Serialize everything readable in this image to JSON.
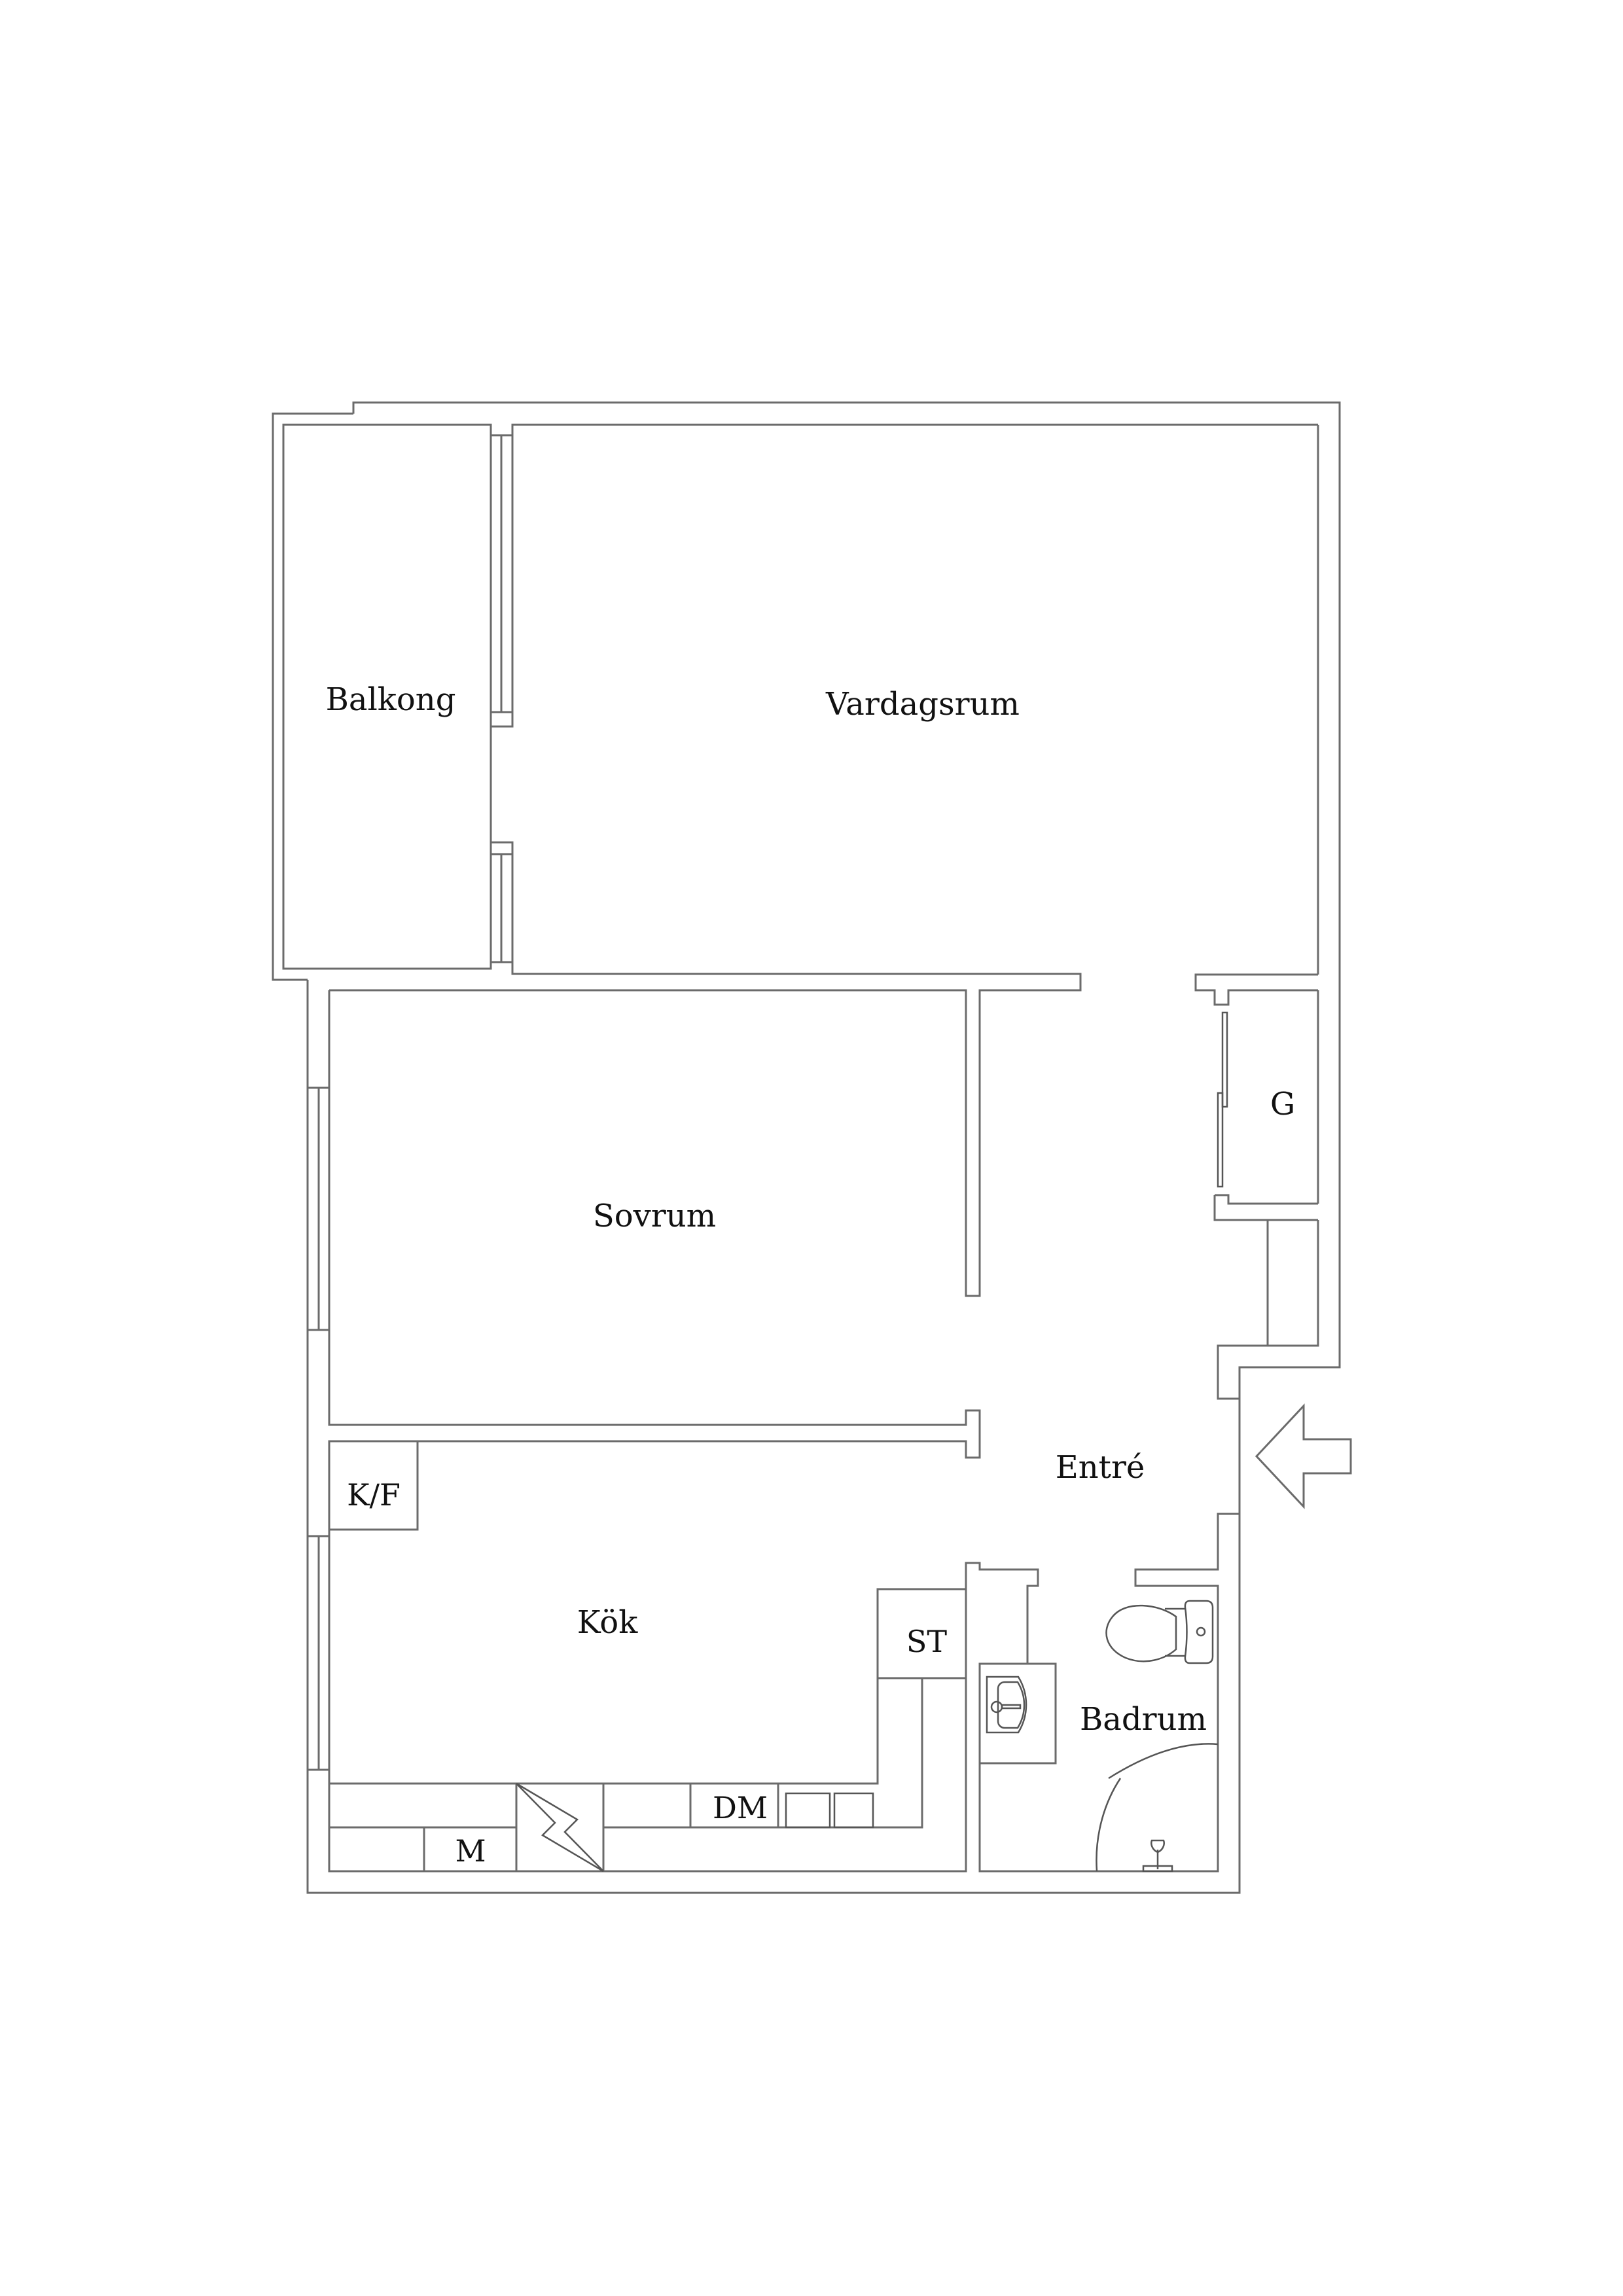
{
  "plan": {
    "background": "#ffffff",
    "line_color": "#6b6b6b",
    "text_color": "#111111"
  },
  "rooms": {
    "balcony": "Balkong",
    "living_room": "Vardagsrum",
    "bedroom": "Sovrum",
    "kitchen": "Kök",
    "entrance": "Entré",
    "bathroom": "Badrum",
    "closet": "G"
  },
  "fixtures": {
    "fridge_freezer": "K/F",
    "wardrobe": "ST",
    "dishwasher": "DM",
    "microwave": "M"
  },
  "icons": {
    "entry_arrow": "arrow-left-icon",
    "stove": "lightning-stove-icon",
    "toilet": "toilet-icon",
    "sink": "sink-icon",
    "shower": "shower-icon"
  }
}
